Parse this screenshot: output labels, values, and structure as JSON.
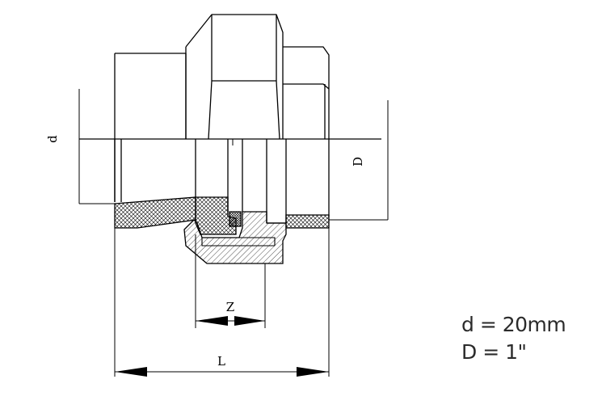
{
  "drawing": {
    "dimension_labels": {
      "d": "d",
      "D": "D",
      "Z": "Z",
      "L": "L"
    }
  },
  "specs": {
    "d_value": "d = 20mm",
    "D_value": "D = 1\""
  }
}
